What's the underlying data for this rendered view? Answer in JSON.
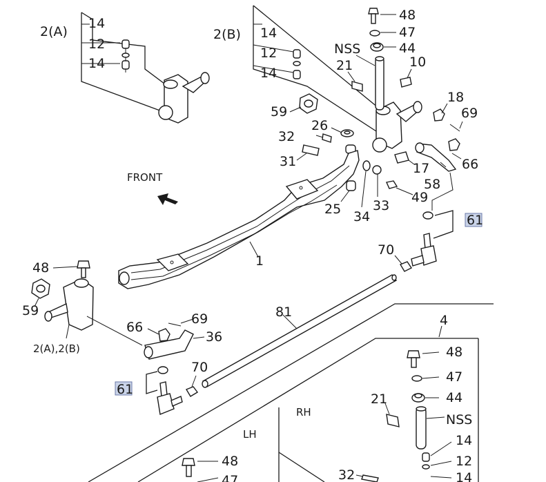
{
  "labels": {
    "front": "FRONT",
    "rh": "RH",
    "lh": "LH",
    "l_2a": "2(A)",
    "l_2b": "2(B)",
    "l_2ab": "2(A),2(B)",
    "l_14": "14",
    "l_12": "12",
    "l_48": "48",
    "l_47": "47",
    "l_44": "44",
    "l_nss": "NSS",
    "l_21": "21",
    "l_10": "10",
    "l_18": "18",
    "l_69": "69",
    "l_59": "59",
    "l_26": "26",
    "l_32": "32",
    "l_31": "31",
    "l_17": "17",
    "l_66": "66",
    "l_58": "58",
    "l_49": "49",
    "l_33": "33",
    "l_34": "34",
    "l_25": "25",
    "l_61": "61",
    "l_70": "70",
    "l_1": "1",
    "l_81": "81",
    "l_4": "4",
    "l_36": "36"
  }
}
